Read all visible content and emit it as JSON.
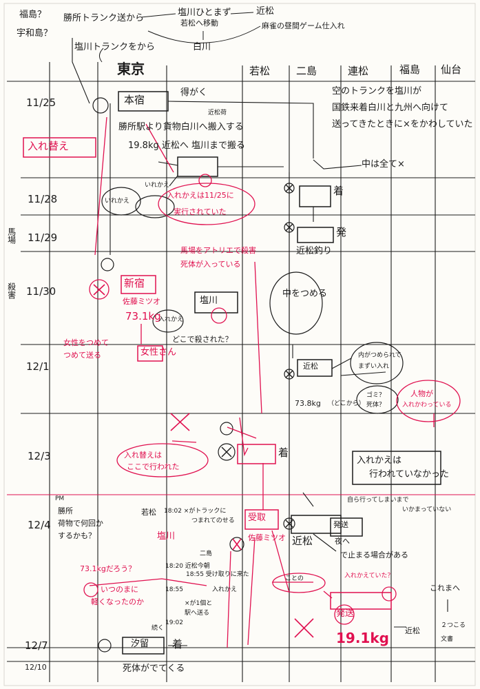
{
  "colors": {
    "ink": "#1b1b1b",
    "red": "#e0104f",
    "paper": "#fdfcf8"
  },
  "top": {
    "q1": "福島？",
    "q2": "宇和島？",
    "trunk_from": "勝所トランク送から",
    "shiobara_hi": "塩川ひとまず",
    "wakamatsu_move": "若松へ移動",
    "kinmatsu": "近松",
    "kinmatsu_note": "麻雀の昼間ゲーム仕入れ",
    "shiobara_trunk": "塩川トランクをから",
    "shirakawa": "白川",
    "tokyo": "東京",
    "wakamatsu": "若松",
    "nijima": "二島",
    "renmatsu": "連松",
    "fukushima_col": "福島",
    "hozumi": "仙台"
  },
  "dates": {
    "d1125": "11/25",
    "d1128": "11/28",
    "d1129": "11/29",
    "d1130": "11/30",
    "d121": "12/1",
    "d123": "12/3",
    "d124": "12/4",
    "d127": "12/7",
    "d1210": "12/10",
    "pm": "PM"
  },
  "side": {
    "label1": "馬場",
    "label2": "殺害"
  },
  "notes": {
    "toku": "得がく",
    "box_honjuku": "本宿",
    "kinmatsu_nishi": "近松荷",
    "honjuku_line1": "勝所駅より貨物白川へ搬入する",
    "honjuku_line2": "19.8kg 近松へ 塩川まで搬る",
    "irekae": "入れ替え",
    "ire_kawai": "いれかえ",
    "red_ire1": "入れかえは11/25に",
    "red_ire2": "実行されていた",
    "trunk_kuu": "空のトランクを塩川が",
    "trunk_kuu2": "国鉄来着白川と九州へ向けて",
    "trunk_kuu3": "送ってきたときに×をかわしていた",
    "naka_zenzen": "中は全て×",
    "chaku1": "着",
    "hatsu1": "発",
    "kinmatsu_tsuru": "近松釣り",
    "iregai": "いれかえ",
    "red_kill": "馬場をアトリエで殺害",
    "red_body": "死体が入っている",
    "naka_tsumeru": "中をつめる",
    "shinjuku": "新宿",
    "sato_mitsuo": "佐藤ミツオ",
    "sato_kg": "73.1kg",
    "shiobara_box": "塩川",
    "iregai2": "入れかえ",
    "ezo": "どこで殺された？",
    "red_reiko": "女性さん",
    "red_tsume1": "女性をつめて",
    "red_tsume2": "つめて送る",
    "d121_box": "近松",
    "d121_kg": "73.8kg",
    "d121_q": "（どこから）",
    "naka_ga": "内がつめられて",
    "naka_ga2": "まずい入れ",
    "gomi": "ゴミ？",
    "gomi2": "死体？",
    "red_jinbutsu1": "人物が",
    "red_jinbutsu2": "入れかわっている",
    "red_ireka_d1": "入れ替えは",
    "red_ireka_d2": "ここで行われた",
    "irekaewa": "入れかえは",
    "irekaewa2": "行われていなかった",
    "chaku2": "着",
    "d124_head1": "勝所",
    "d124_head2": "荷物で何回か",
    "d124_head3": "するかも？",
    "shiomatsu": "若松",
    "time1": "18:02 ×がトラックに",
    "time1b": "つまれてのせる",
    "shiobara": "塩川",
    "nishima2": "二島",
    "time2": "18:20 近松今朝",
    "time2b": "18:55 受け取りに来た",
    "jukyu": "受取",
    "red_sato": "佐藤ミツオ",
    "kinmatsu_b": "近松",
    "yoru": "夜へ",
    "haishin": "発送",
    "eki": "自ら行ってしまいまで",
    "eki2": "いかまっていない",
    "tomaru": "で止まる場合がある",
    "red_kg1": "73.1kgだろう？",
    "red_ikutsu1": "いつのまに",
    "red_ikutsu2": "軽くなったのか",
    "time3": "18:55",
    "time4": "19:02",
    "time4b": "×が1個と",
    "time4c": "駅へ送る",
    "iregai3": "入れかえ",
    "red_haisou": "発送",
    "red_kg2": "19.1kg",
    "red_chakukana": "入れかえていた？",
    "kotsu": "ことの",
    "shohe": "これまへ",
    "twenty": "２つこる",
    "kinmatsu_c": "近松",
    "yoru_end": "文書",
    "d127_box": "汐留",
    "chaku3": "着",
    "nani": "死体がでてくる",
    "tsuzuku": "続く"
  }
}
